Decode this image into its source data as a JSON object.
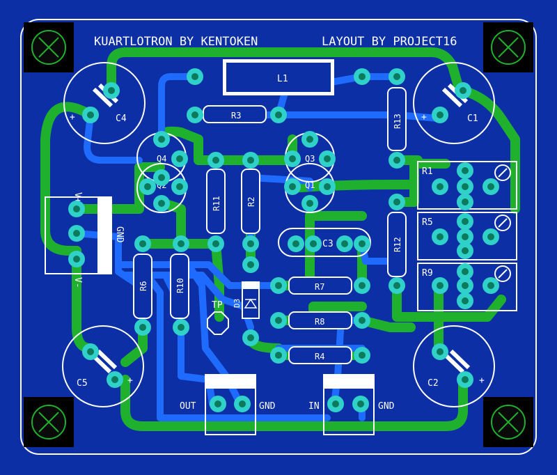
{
  "header": {
    "left_title": "KUARTLOTRON BY KENTOKEN",
    "right_title": "LAYOUT BY PROJECT16"
  },
  "components": {
    "L1": "L1",
    "R3": "R3",
    "R13": "R13",
    "C4": "C4",
    "C1": "C1",
    "Q4": "Q4",
    "Q3": "Q3",
    "Q2": "Q2",
    "Q1": "Q1",
    "R11": "R11",
    "R2": "R2",
    "R1": "R1",
    "R5": "R5",
    "R9": "R9",
    "C3": "C3",
    "R12": "R12",
    "R6": "R6",
    "R10": "R10",
    "D3": "D3",
    "R7": "R7",
    "R8": "R8",
    "R4": "R4",
    "TP": "TP",
    "C5": "C5",
    "C2": "C2"
  },
  "connectors": {
    "power_plus": "V+",
    "power_minus": "V-",
    "power_gnd": "GND",
    "out_label": "OUT",
    "out_gnd": "GND",
    "in_label": "IN",
    "in_gnd": "GND"
  },
  "polarity": {
    "plus": "+"
  },
  "colors": {
    "board": "#0c2fa6",
    "copper_bottom": "#1f6bff",
    "copper_top": "#1fb12d",
    "silkscreen": "#ffffff",
    "pad": "#2fd1c9",
    "mount_hole": "#000000"
  }
}
